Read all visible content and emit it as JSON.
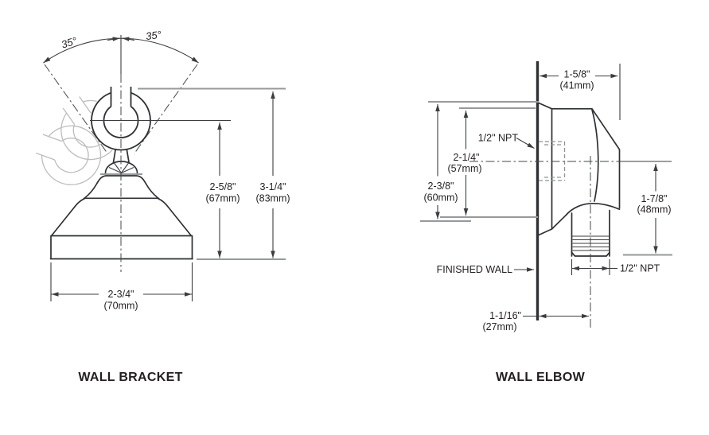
{
  "drawing": {
    "bracket": {
      "title": "WALL BRACKET",
      "angle_left": "35°",
      "angle_right": "35°",
      "height_inner_in": "2-5/8\"",
      "height_inner_mm": "(67mm)",
      "height_outer_in": "3-1/4\"",
      "height_outer_mm": "(83mm)",
      "base_width_in": "2-3/4\"",
      "base_width_mm": "(70mm)"
    },
    "elbow": {
      "title": "WALL ELBOW",
      "depth_in": "1-5/8\"",
      "depth_mm": "(41mm)",
      "inlet_thread": "1/2\" NPT",
      "body_height_inner_in": "2-1/4\"",
      "body_height_inner_mm": "(57mm)",
      "body_height_outer_in": "2-3/8\"",
      "body_height_outer_mm": "(60mm)",
      "spout_drop_in": "1-7/8\"",
      "spout_drop_mm": "(48mm)",
      "finished_wall_label": "FINISHED WALL",
      "outlet_thread": "1/2\" NPT",
      "spout_offset_in": "1-1/16\"",
      "spout_offset_mm": "(27mm)"
    },
    "colors": {
      "line": "#2f3033",
      "dim": "#3c3d40",
      "extension": "#97999c",
      "ghost": "#bcbdbf",
      "text": "#231f20",
      "background": "#ffffff"
    }
  }
}
